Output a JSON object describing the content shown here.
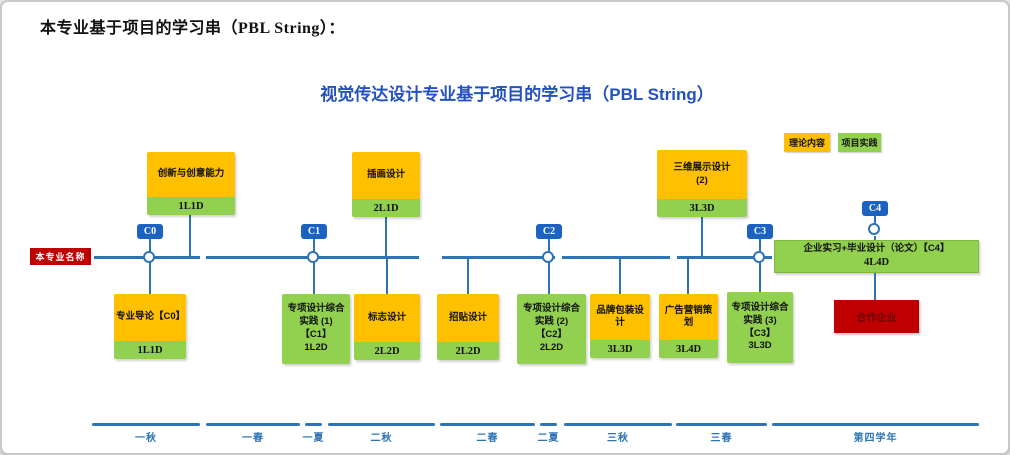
{
  "header": {
    "text": "本专业基于项目的学习串（PBL String）："
  },
  "title": {
    "text": "视觉传达设计专业基于项目的学习串（PBL String）"
  },
  "legend": {
    "theory": "理论内容",
    "practice": "项目实践"
  },
  "majorLabel": "本专业名称",
  "markers": {
    "c0": "C0",
    "c1": "C1",
    "c2": "C2",
    "c3": "C3",
    "c4": "C4"
  },
  "upperCourses": [
    {
      "title": "创新与创意能力",
      "code": "1L1D"
    },
    {
      "title": "插画设计",
      "code": "2L1D"
    },
    {
      "title": "三维展示设计\n(2)",
      "code": "3L3D"
    }
  ],
  "lowerCourses": [
    {
      "title": "专业导论【C0】",
      "code": "1L1D"
    },
    {
      "text": "专项设计综合\n实践 (1)\n【C1】\n1L2D"
    },
    {
      "title": "标志设计",
      "code": "2L2D"
    },
    {
      "title": "招贴设计",
      "code": "2L2D"
    },
    {
      "text": "专项设计综合\n实践 (2)\n【C2】\n2L2D"
    },
    {
      "title": "品牌包装设计",
      "code": "3L3D"
    },
    {
      "title": "广告营销策划",
      "code": "3L4D"
    },
    {
      "text": "专项设计综合\n实践 (3)\n【C3】\n3L3D"
    }
  ],
  "capstone": {
    "line1": "企业实习+毕业设计（论文）【C4】",
    "line2": "4L4D"
  },
  "partner": {
    "text": "合作企业"
  },
  "timeline": [
    "一秋",
    "一春",
    "一夏",
    "二秋",
    "二春",
    "二夏",
    "三秋",
    "三春",
    "第四学年"
  ],
  "colors": {
    "theory": "#FFC000",
    "practice": "#92D050",
    "line": "#2E74B5",
    "marker": "#1B62C1",
    "accentRed": "#C00000",
    "titleBlue": "#2351BF"
  }
}
